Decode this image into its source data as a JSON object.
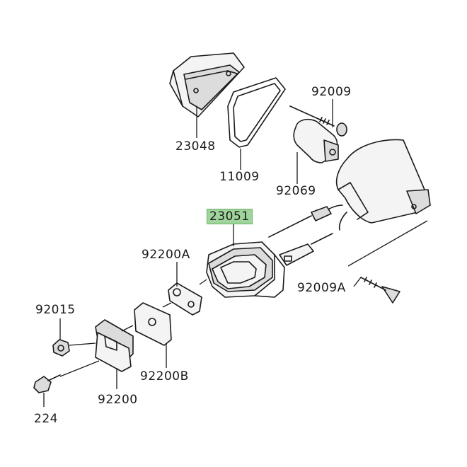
{
  "diagram": {
    "colors": {
      "line": "#1a1a1a",
      "highlight": "#9fd49b",
      "background": "#ffffff"
    },
    "parts": [
      {
        "id": "p23048",
        "number": "23048",
        "highlighted": false
      },
      {
        "id": "p11009",
        "number": "11009",
        "highlighted": false
      },
      {
        "id": "p92009",
        "number": "92009",
        "highlighted": false
      },
      {
        "id": "p92069",
        "number": "92069",
        "highlighted": false
      },
      {
        "id": "p23051",
        "number": "23051",
        "highlighted": true
      },
      {
        "id": "p92200A",
        "number": "92200A",
        "highlighted": false
      },
      {
        "id": "p92009A",
        "number": "92009A",
        "highlighted": false
      },
      {
        "id": "p92015",
        "number": "92015",
        "highlighted": false
      },
      {
        "id": "p92200B",
        "number": "92200B",
        "highlighted": false
      },
      {
        "id": "p92200",
        "number": "92200",
        "highlighted": false
      },
      {
        "id": "p224",
        "number": "224",
        "highlighted": false
      }
    ]
  }
}
